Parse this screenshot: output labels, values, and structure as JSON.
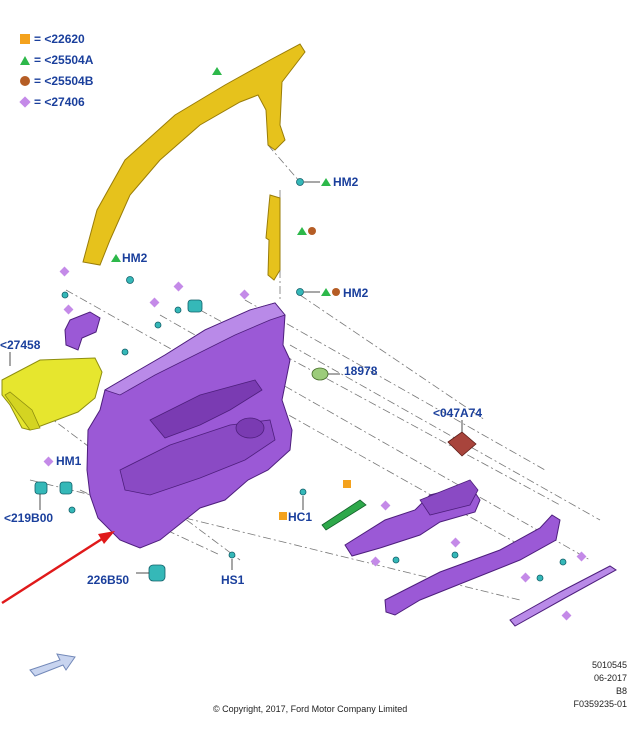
{
  "legend": [
    {
      "symbol": "square",
      "color": "#f4a21d",
      "text": "= <22620"
    },
    {
      "symbol": "triangle",
      "color": "#2db84a",
      "text": "= <25504A"
    },
    {
      "symbol": "circle",
      "color": "#b55d25",
      "text": "= <25504B"
    },
    {
      "symbol": "diamond",
      "color": "#c48ae8",
      "text": "= <27406"
    }
  ],
  "labels": {
    "hm2_top": "HM2",
    "hm2_left": "HM2",
    "hm2_bottom": "HM2",
    "p27458": "<27458",
    "p18978": "18978",
    "p047a74": "<047A74",
    "hm1": "HM1",
    "p219b00": "<219B00",
    "hc1": "HC1",
    "p226b50": "226B50",
    "hs1": "HS1"
  },
  "reference": {
    "line1": "5010545",
    "line2": "06-2017",
    "line3": "B8",
    "line4": "F0359235-01"
  },
  "copyright": "© Copyright, 2017, Ford Motor Company Limited",
  "colors": {
    "trim_panel": "#9b59d6",
    "moulding": "#e6c21c",
    "pad": "#e6e62e",
    "label_text": "#1a3f9c",
    "arrow": "#e0191a",
    "strip": "#2ea84a",
    "badge": "#a8443c",
    "clip": "#35b8b8"
  }
}
